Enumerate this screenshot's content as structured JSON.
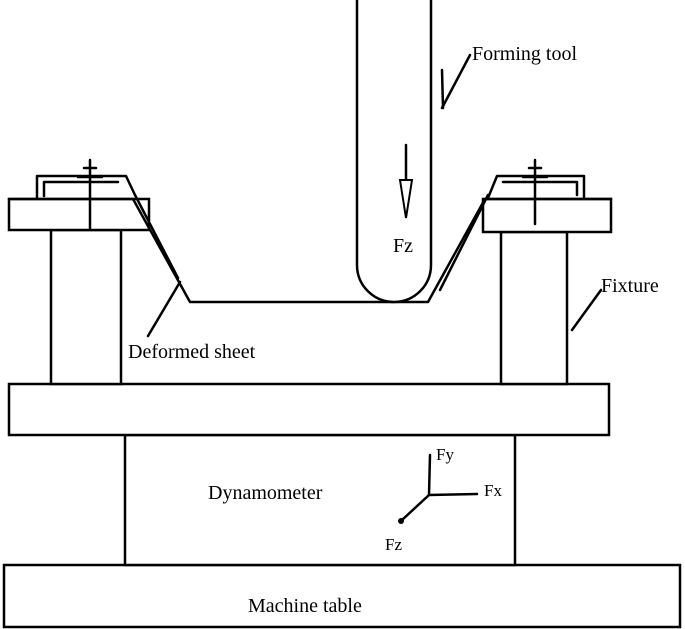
{
  "labels": {
    "forming_tool": "Forming tool",
    "fixture": "Fixture",
    "deformed_sheet": "Deformed sheet",
    "dynamometer": "Dynamometer",
    "machine_table": "Machine table",
    "tool_force": "Fz"
  },
  "axes": {
    "fx": "Fx",
    "fy": "Fy",
    "fz": "Fz"
  }
}
